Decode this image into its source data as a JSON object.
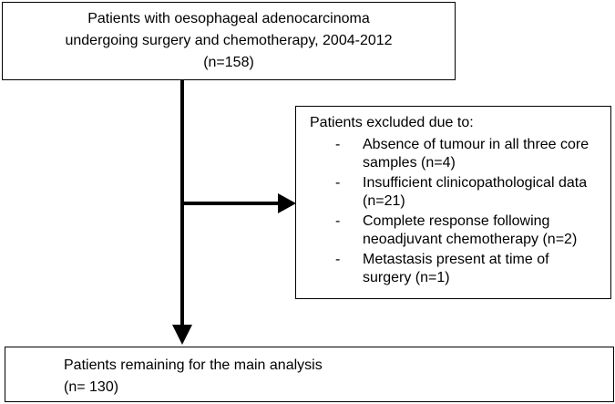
{
  "top_box": {
    "line1": "Patients with oesophageal adenocarcinoma",
    "line2": "undergoing surgery and chemotherapy, 2004-2012",
    "line3": "(n=158)"
  },
  "exclusion_box": {
    "title": "Patients excluded due to:",
    "items": [
      {
        "bullet": "-",
        "text": "Absence of tumour in all three core samples (n=4)"
      },
      {
        "bullet": "-",
        "text": "Insufficient clinicopathological data (n=21)"
      },
      {
        "bullet": "-",
        "text": "Complete response following neoadjuvant chemotherapy (n=2)"
      },
      {
        "bullet": "-",
        "text": "Metastasis present at time of surgery (n=1)"
      }
    ]
  },
  "bottom_box": {
    "line1": "Patients remaining for the main analysis",
    "line2": "(n= 130)"
  },
  "colors": {
    "stroke": "#000000",
    "background": "#ffffff"
  }
}
